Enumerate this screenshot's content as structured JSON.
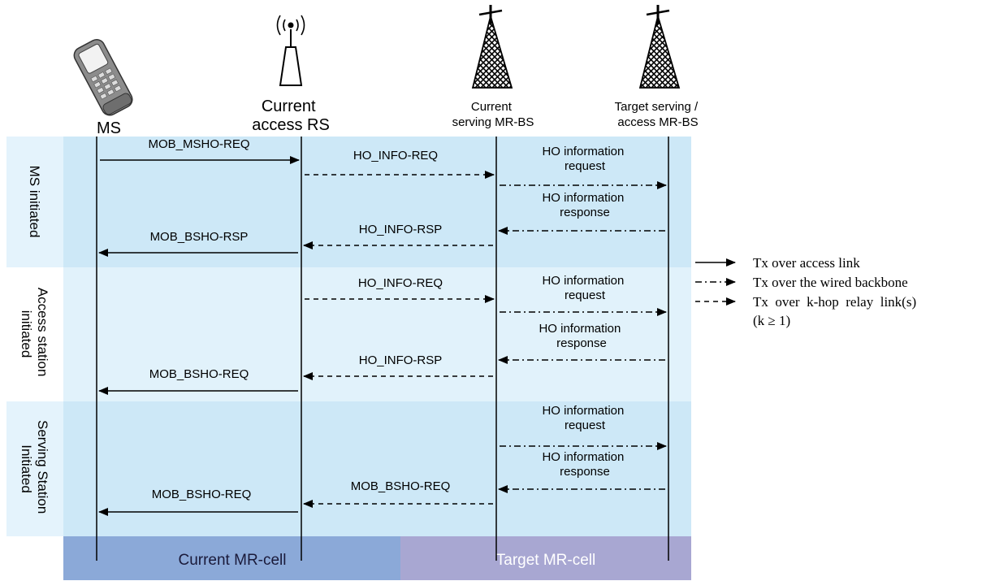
{
  "entities": [
    {
      "id": "ms",
      "label_lines": [
        "MS"
      ]
    },
    {
      "id": "current_rs",
      "label_lines": [
        "Current",
        "access RS"
      ]
    },
    {
      "id": "current_bs",
      "label_lines": [
        "Current",
        "serving MR-BS"
      ]
    },
    {
      "id": "target_bs",
      "label_lines": [
        "Target serving /",
        "access MR-BS"
      ]
    }
  ],
  "phases": [
    {
      "id": "ms_initiated",
      "label_lines": [
        "MS initiated"
      ]
    },
    {
      "id": "access_station_initiated",
      "label_lines": [
        "Access station",
        "initiated"
      ]
    },
    {
      "id": "serving_station_initiated",
      "label_lines": [
        "Serving Station",
        "Initiated"
      ]
    }
  ],
  "messages": [
    {
      "phase": 0,
      "from": 0,
      "to": 1,
      "style": "access",
      "label_lines": [
        "MOB_MSHO-REQ"
      ]
    },
    {
      "phase": 0,
      "from": 1,
      "to": 2,
      "style": "relay",
      "label_lines": [
        "HO_INFO-REQ"
      ]
    },
    {
      "phase": 0,
      "from": 2,
      "to": 3,
      "style": "backbone",
      "label_lines": [
        "HO information",
        "request"
      ]
    },
    {
      "phase": 0,
      "from": 3,
      "to": 2,
      "style": "backbone",
      "label_lines": [
        "HO information",
        "response"
      ]
    },
    {
      "phase": 0,
      "from": 2,
      "to": 1,
      "style": "relay",
      "label_lines": [
        "HO_INFO-RSP"
      ]
    },
    {
      "phase": 0,
      "from": 1,
      "to": 0,
      "style": "access",
      "label_lines": [
        "MOB_BSHO-RSP"
      ]
    },
    {
      "phase": 1,
      "from": 1,
      "to": 2,
      "style": "relay",
      "label_lines": [
        "HO_INFO-REQ"
      ]
    },
    {
      "phase": 1,
      "from": 2,
      "to": 3,
      "style": "backbone",
      "label_lines": [
        "HO information",
        "request"
      ]
    },
    {
      "phase": 1,
      "from": 3,
      "to": 2,
      "style": "backbone",
      "label_lines": [
        "HO information",
        "response"
      ]
    },
    {
      "phase": 1,
      "from": 2,
      "to": 1,
      "style": "relay",
      "label_lines": [
        "HO_INFO-RSP"
      ]
    },
    {
      "phase": 1,
      "from": 1,
      "to": 0,
      "style": "access",
      "label_lines": [
        "MOB_BSHO-REQ"
      ]
    },
    {
      "phase": 2,
      "from": 2,
      "to": 3,
      "style": "backbone",
      "label_lines": [
        "HO information",
        "request"
      ]
    },
    {
      "phase": 2,
      "from": 3,
      "to": 2,
      "style": "backbone",
      "label_lines": [
        "HO information",
        "response"
      ]
    },
    {
      "phase": 2,
      "from": 2,
      "to": 1,
      "style": "relay",
      "label_lines": [
        "MOB_BSHO-REQ"
      ]
    },
    {
      "phase": 2,
      "from": 1,
      "to": 0,
      "style": "access",
      "label_lines": [
        "MOB_BSHO-REQ"
      ]
    }
  ],
  "legend": [
    {
      "style": "access",
      "label_lines": [
        "Tx over access link"
      ]
    },
    {
      "style": "backbone",
      "label_lines": [
        "Tx over the wired backbone"
      ]
    },
    {
      "style": "relay",
      "label_lines": [
        "Tx  over  k-hop  relay  link(s)",
        "(k ≥ 1)"
      ]
    }
  ],
  "cells": [
    {
      "id": "current_cell",
      "label": "Current MR-cell"
    },
    {
      "id": "target_cell",
      "label": "Target MR-cell"
    }
  ],
  "colors": {
    "phase_bg": [
      "#cde8f7",
      "#e1f2fb",
      "#cde8f7"
    ],
    "phase_label_bg": [
      "#e4f3fc",
      "#ffffff",
      "#e4f3fc"
    ],
    "current_cell_bg": "#8ba9d8",
    "target_cell_bg": "#a8a7d2",
    "current_cell_text": "#1a1a3a",
    "target_cell_text": "#ffffff",
    "line": "#000000"
  },
  "icons": [
    "mobile-phone-icon",
    "relay-antenna-icon",
    "tower-icon",
    "tower-icon"
  ]
}
